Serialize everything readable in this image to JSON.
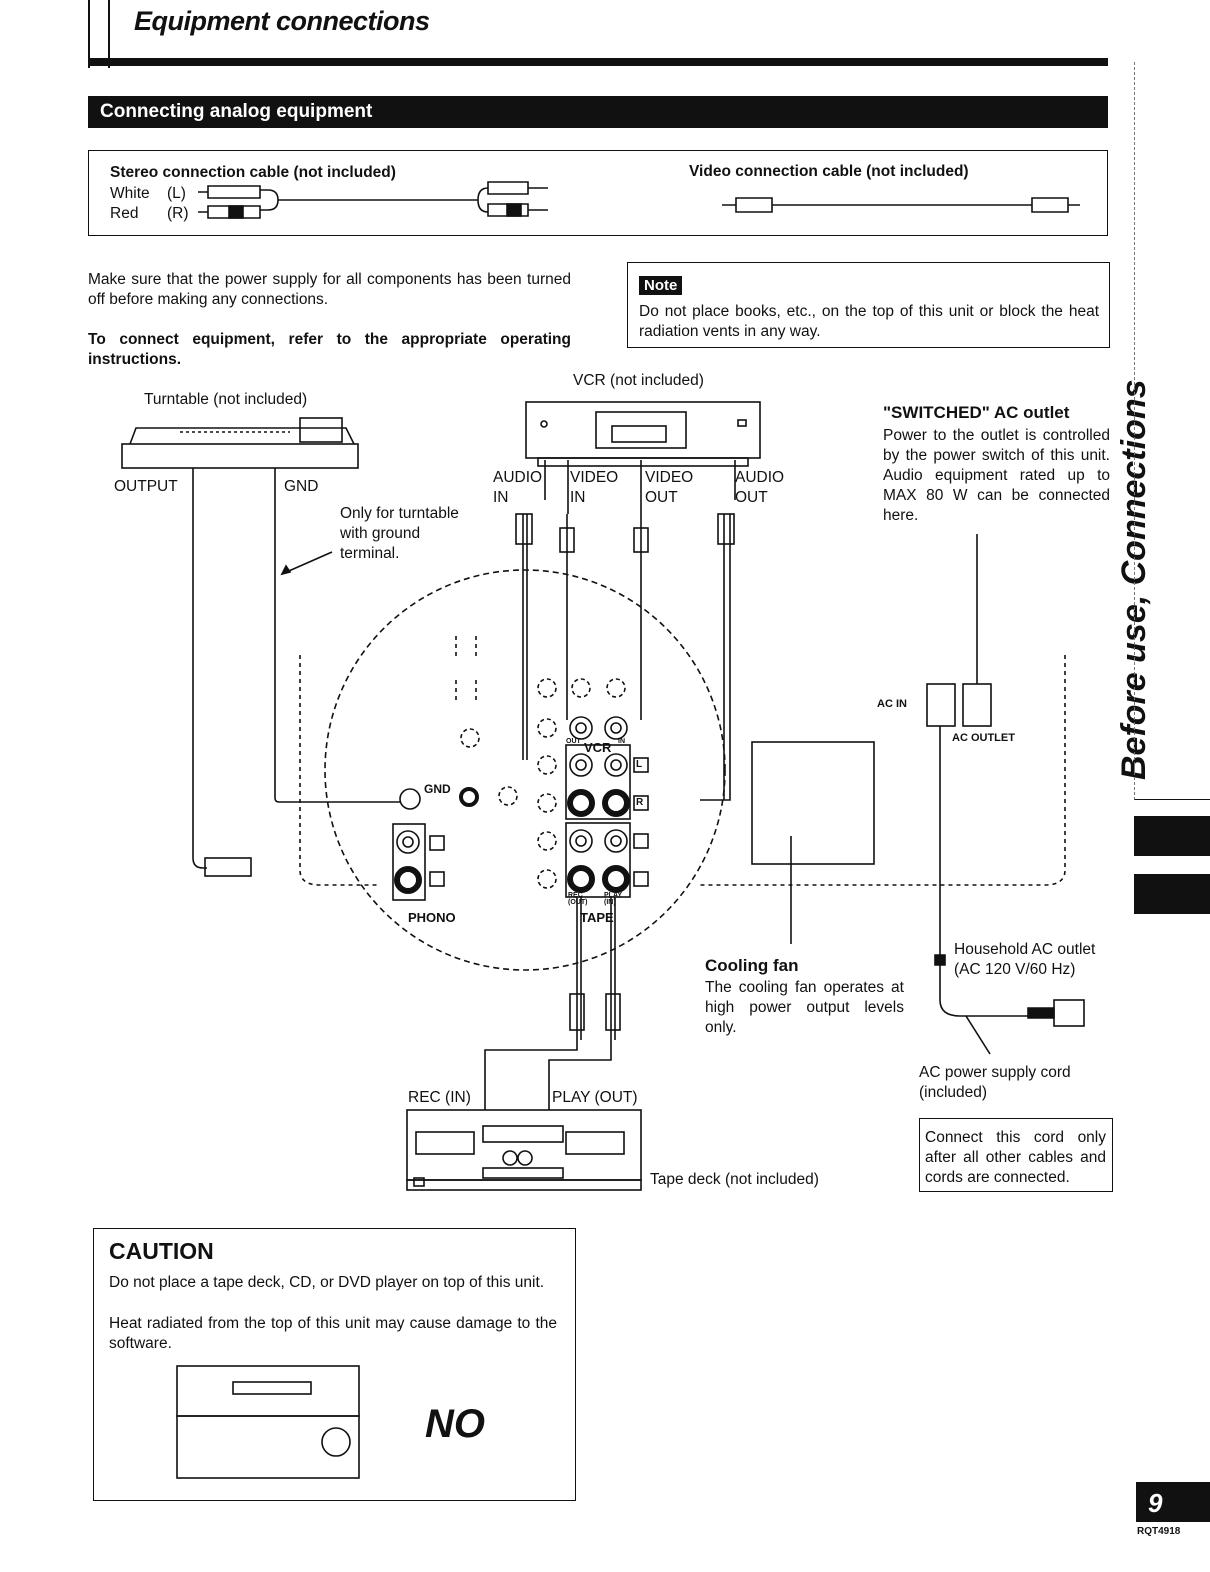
{
  "header": {
    "title": "Equipment connections"
  },
  "section": {
    "title": "Connecting analog equipment"
  },
  "cables": {
    "stereo_title": "Stereo connection cable (not included)",
    "white_label": "White",
    "white_channel": "(L)",
    "red_label": "Red",
    "red_channel": "(R)",
    "video_title": "Video connection cable (not included)"
  },
  "intro": {
    "para1": "Make sure that the power supply for all components has been turned off before making any connections.",
    "para2": "To connect equipment, refer to the appropriate operating instructions."
  },
  "note": {
    "tag": "Note",
    "text": "Do not place books, etc., on the top of this unit or block the heat radiation vents in any way."
  },
  "diagram": {
    "turntable": "Turntable (not included)",
    "output": "OUTPUT",
    "gnd": "GND",
    "ground_note": "Only for turntable with ground terminal.",
    "vcr": "VCR (not included)",
    "audio_in": "AUDIO IN",
    "video_in": "VIDEO IN",
    "video_out": "VIDEO OUT",
    "audio_out": "AUDIO OUT",
    "switched_title": "\"SWITCHED\" AC outlet",
    "switched_text": "Power to the outlet is controlled by the power switch of this unit. Audio equipment rated up to MAX 80 W can be connected here.",
    "ac_in": "AC IN",
    "ac_outlet": "AC OUTLET",
    "panel_gnd": "GND",
    "panel_vcr": "VCR",
    "panel_out": "OUT",
    "panel_in": "IN",
    "phono": "PHONO",
    "tape": "TAPE",
    "rec_out": "REC (OUT)",
    "play_in": "PLAY (IN)",
    "l": "L",
    "r": "R",
    "cooling_title": "Cooling fan",
    "cooling_text": "The cooling fan operates at high power output levels only.",
    "household": "Household AC outlet (AC 120 V/60 Hz)",
    "ac_cord": "AC power supply cord (included)",
    "cord_note": "Connect this cord only after all other cables and cords are connected.",
    "rec_in": "REC (IN)",
    "play_out": "PLAY (OUT)",
    "tape_deck": "Tape deck (not included)"
  },
  "side": {
    "label": "Before use, Connections"
  },
  "caution": {
    "title": "CAUTION",
    "line1": "Do not place a tape deck, CD, or DVD player on top of this unit.",
    "line2": "Heat radiated from the top of this unit may cause damage to the software.",
    "no": "NO"
  },
  "footer": {
    "page": "9",
    "code": "RQT4918"
  }
}
